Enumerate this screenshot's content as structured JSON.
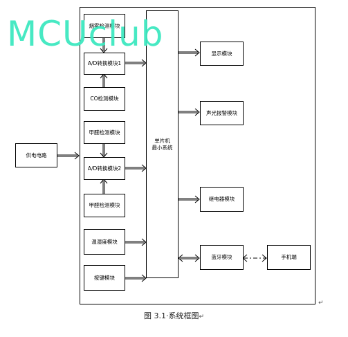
{
  "watermark": "MCUclub",
  "blocks": {
    "smoke_sensor": "烟雾检测模块",
    "ad1": "A/D转换模块1",
    "co_sensor": "CO检测模块",
    "formaldehyde_1": "甲醛检测模块",
    "ad2": "A/D转换模块2",
    "formaldehyde_2": "甲醛检测模块",
    "temp_humidity": "温湿度模块",
    "keys": "按键模块",
    "power": "供电电路",
    "mcu_line1": "单片机",
    "mcu_line2": "最小系统",
    "display": "显示模块",
    "alarm": "声光报警模块",
    "relay": "继电器模块",
    "bluetooth": "蓝牙模块",
    "phone": "手机端"
  },
  "caption": "图 3.1·系统框图",
  "marks": {
    "caption_mark": "↵",
    "frame_mark": "↵"
  }
}
